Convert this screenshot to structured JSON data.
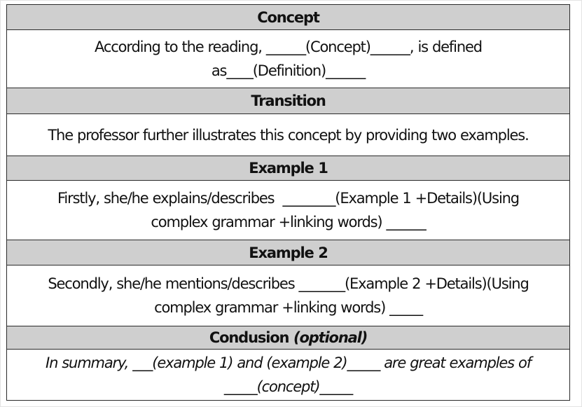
{
  "sections": [
    {
      "heading": "Concept",
      "lines": [
        "According to the reading, ______(Concept)______, is defined",
        "as____(Definition)______"
      ]
    },
    {
      "heading": "Transition",
      "lines": [
        "The professor further illustrates this concept by providing two examples."
      ]
    },
    {
      "heading": "Example 1",
      "lines": [
        "Firstly, she/he explains/describes  ________(Example 1 +Details)(Using",
        "complex grammar +linking words) ______"
      ]
    },
    {
      "heading": "Example 2",
      "lines": [
        "Secondly, she/he mentions/describes _______(Example 2 +Details)(Using",
        "complex grammar +linking words) _____"
      ]
    },
    {
      "heading": "Condusion",
      "heading_note": "(optional)",
      "lines": [
        "In summary, ___(example 1) and (example 2)_____ are great examples of",
        "_____(concept)_____"
      ]
    }
  ]
}
